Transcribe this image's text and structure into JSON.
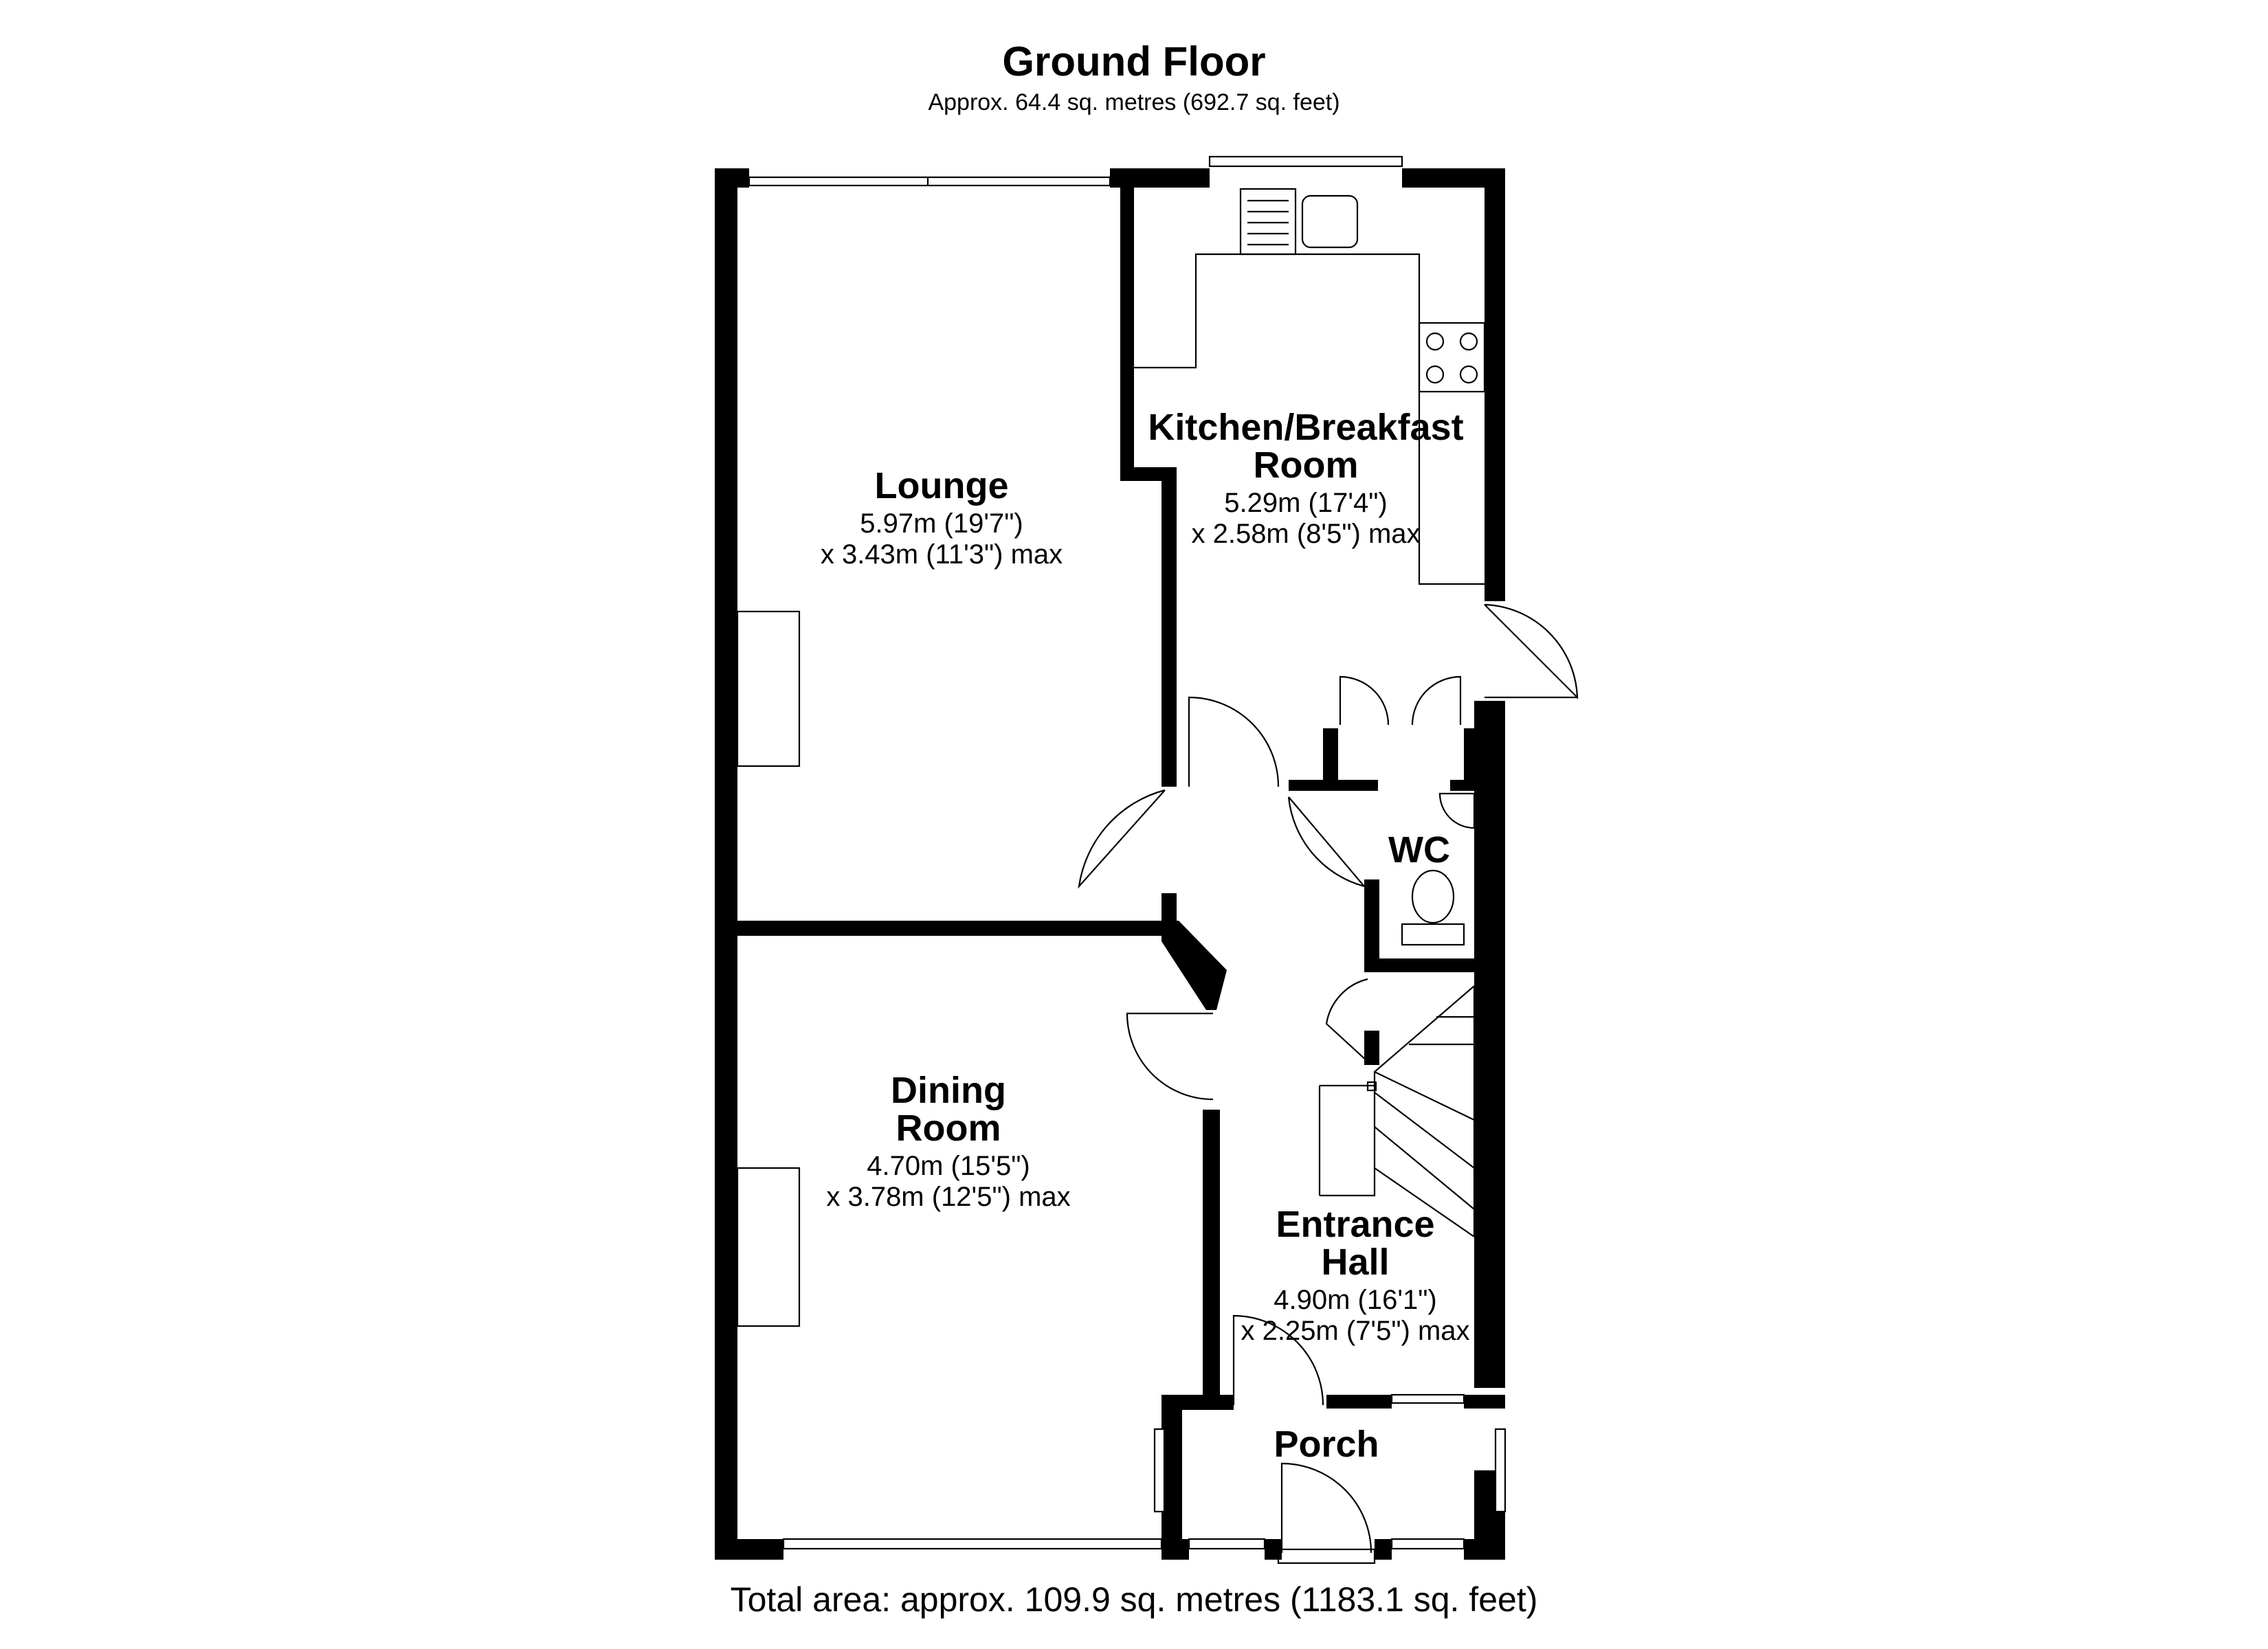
{
  "header": {
    "title": "Ground Floor",
    "subtitle": "Approx. 64.4 sq. metres (692.7 sq. feet)"
  },
  "rooms": {
    "lounge": {
      "name": "Lounge",
      "dim1": "5.97m (19'7\")",
      "dim2": "x 3.43m (11'3\") max"
    },
    "kitchen": {
      "name_line1": "Kitchen/Breakfast",
      "name_line2": "Room",
      "dim1": "5.29m (17'4\")",
      "dim2": "x 2.58m (8'5\") max"
    },
    "wc": {
      "name": "WC"
    },
    "dining": {
      "name_line1": "Dining",
      "name_line2": "Room",
      "dim1": "4.70m (15'5\")",
      "dim2": "x 3.78m (12'5\") max"
    },
    "hall": {
      "name_line1": "Entrance",
      "name_line2": "Hall",
      "dim1": "4.90m (16'1\")",
      "dim2": "x 2.25m (7'5\") max"
    },
    "porch": {
      "name": "Porch"
    }
  },
  "footer": {
    "total": "Total area: approx. 109.9 sq. metres (1183.1 sq. feet)"
  },
  "colors": {
    "wall": "#000000",
    "background": "#ffffff"
  }
}
